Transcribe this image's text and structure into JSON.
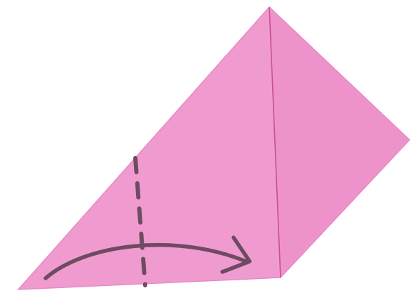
{
  "colors": {
    "background": "#ffffff",
    "paper_main": "#f09bd0",
    "paper_shade": "#ee92cb",
    "paper_edge": "#e88ac6",
    "crease_line": "#c8508f",
    "marker": "#6f4b62"
  },
  "illustration": {
    "subject": "origami-step",
    "shapes": [
      "paper-triangle-left-flap",
      "paper-triangle-right-flap",
      "center-crease",
      "dashed-fold-line",
      "fold-arrow"
    ],
    "arrow_direction": "right"
  }
}
